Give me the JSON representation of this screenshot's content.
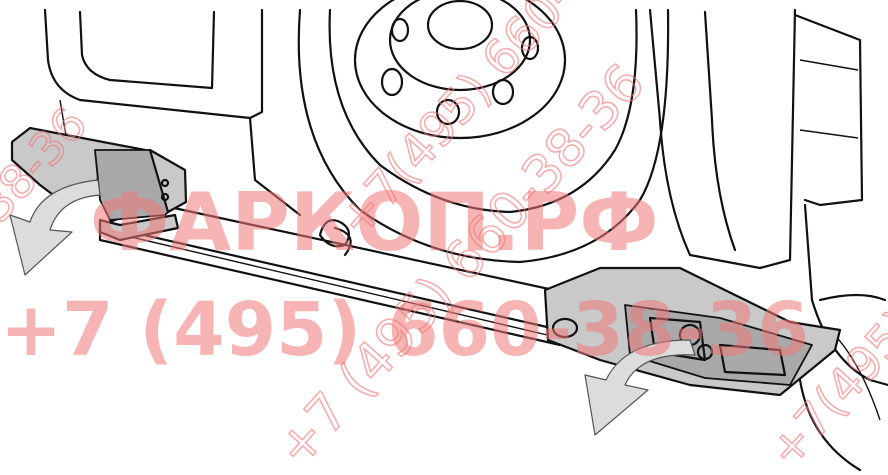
{
  "watermark": {
    "brand": "ФАРКОП.РФ",
    "phone": "+7 (495) 660-38-36",
    "diagonal_1": "+7 (495) 660-38-36",
    "diagonal_2": "+7(495) 660-38-36",
    "diagonal_3": "38-36",
    "diagonal_4": "+7(495) 66",
    "color": "#f07878"
  }
}
